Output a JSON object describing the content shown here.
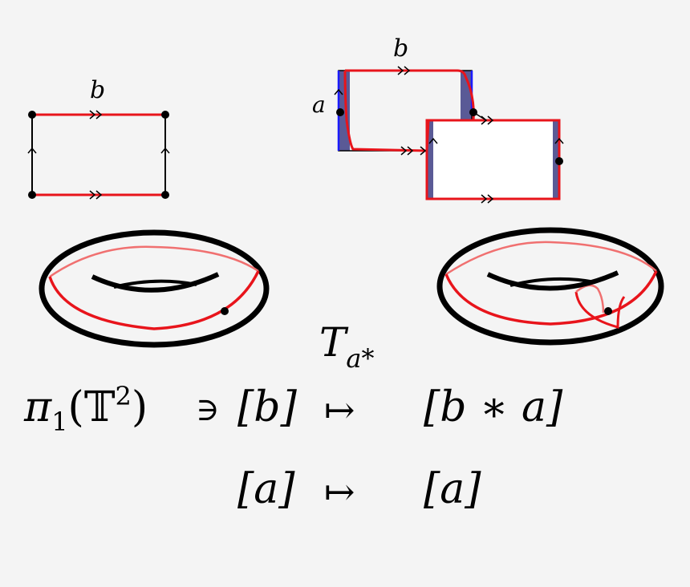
{
  "labels": {
    "left_square_top": "b",
    "right_square_top": "b",
    "right_square_side": "a"
  },
  "formula": {
    "dehn_twist": "T",
    "dehn_twist_sub": "a*",
    "pi": "π",
    "pi_sub": "1",
    "torus": "(𝕋",
    "torus_sup": "2",
    "torus_close": ")",
    "contains": "∋",
    "row1_source": "[b]",
    "row1_arrow": "↦",
    "row1_target": "[b ∗ a]",
    "row2_source": "[a]",
    "row2_arrow": "↦",
    "row2_target": "[a]"
  },
  "colors": {
    "curve_b": "#e8141b",
    "curve_a": "#1a1aff",
    "shade": "#5a5a96",
    "ink": "#000000",
    "back_curve": "#f07070"
  }
}
